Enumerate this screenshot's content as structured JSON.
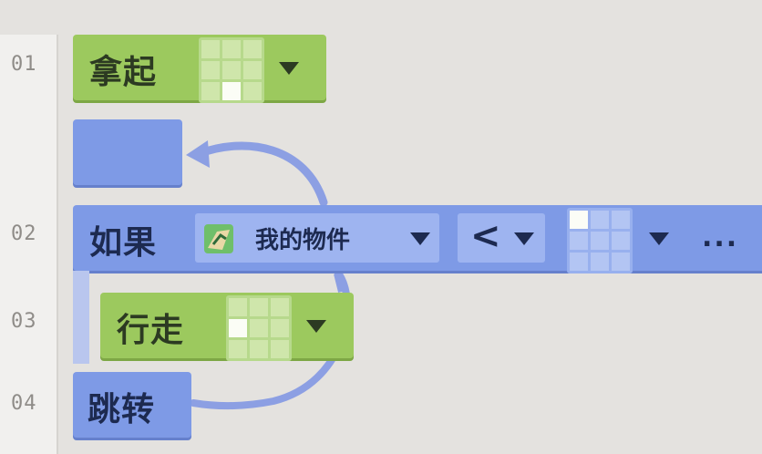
{
  "gutter": {
    "line_numbers": [
      "01",
      "02",
      "03",
      "04"
    ]
  },
  "blocks": {
    "pickup": {
      "label": "拿起",
      "selected_cell": 7
    },
    "if": {
      "label": "如果",
      "object_label": "我的物件",
      "operator": "<",
      "more": "...",
      "selected_cell": 0
    },
    "walk": {
      "label": "行走",
      "selected_cell": 3
    },
    "jump": {
      "label": "跳转"
    }
  },
  "colors": {
    "green_block": "#9cc95e",
    "blue_block": "#7e9ae6",
    "arrow": "#8c9fe3"
  },
  "icons": [
    "object-icon",
    "chevron-down-icon",
    "ellipsis-icon",
    "arrow-icon"
  ]
}
